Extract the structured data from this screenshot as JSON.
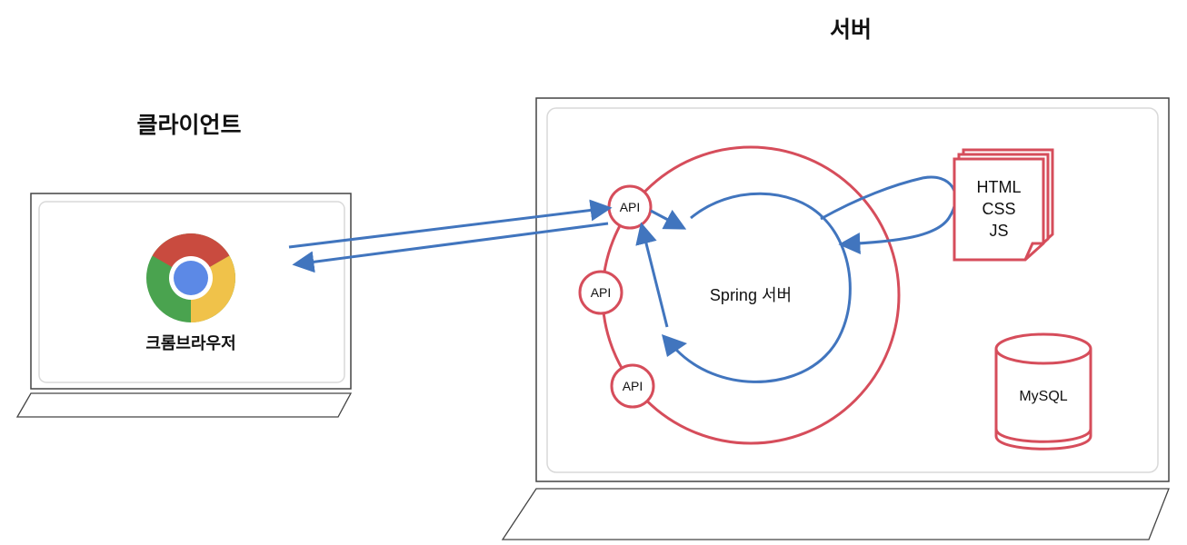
{
  "titles": {
    "client": "클라이언트",
    "server": "서버"
  },
  "client": {
    "browser_label": "크롬브라우저",
    "browser_icon": "chrome-icon"
  },
  "server": {
    "app_label": "Spring 서버",
    "api_labels": [
      "API",
      "API",
      "API"
    ],
    "static_assets": [
      "HTML",
      "CSS",
      "JS"
    ],
    "database_label": "MySQL"
  },
  "colors": {
    "server_ring": "#d64d5b",
    "flow_arrow": "#4175be",
    "outline": "#444444",
    "inner_panel": "#d9d9d9",
    "chrome_red": "#c94b3f",
    "chrome_yellow": "#f0c24a",
    "chrome_green": "#4aa34f",
    "chrome_blue": "#5c89e6"
  }
}
